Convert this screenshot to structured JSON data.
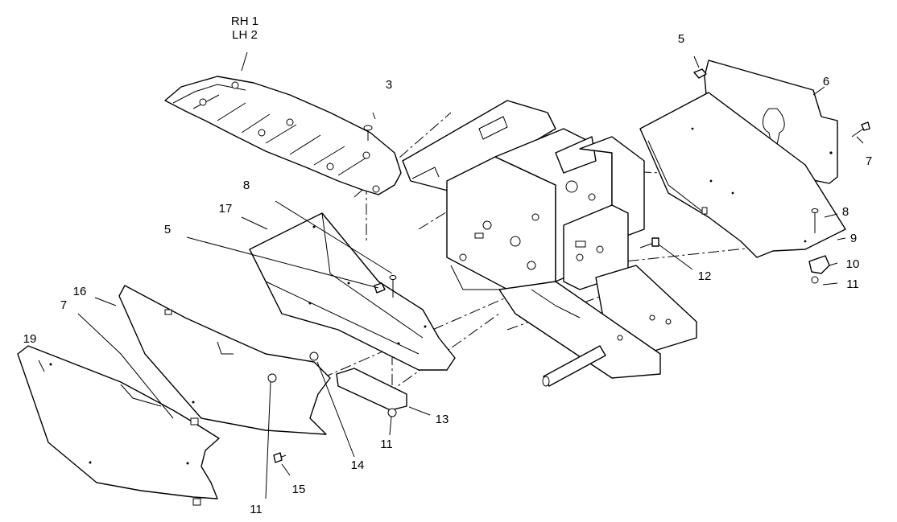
{
  "diagram": {
    "callouts": {
      "rh": "RH 1",
      "lh": "LH 2",
      "c3": "3",
      "c5_top": "5",
      "c6": "6",
      "c7_right": "7",
      "c8_right": "8",
      "c9": "9",
      "c10": "10",
      "c11_right": "11",
      "c12": "12",
      "c8_left": "8",
      "c17": "17",
      "c5_left": "5",
      "c16": "16",
      "c19": "19",
      "c7_left": "7",
      "c11_bottom_left": "11",
      "c14": "14",
      "c11_bottom_mid": "11",
      "c13": "13",
      "c15": "15"
    }
  }
}
